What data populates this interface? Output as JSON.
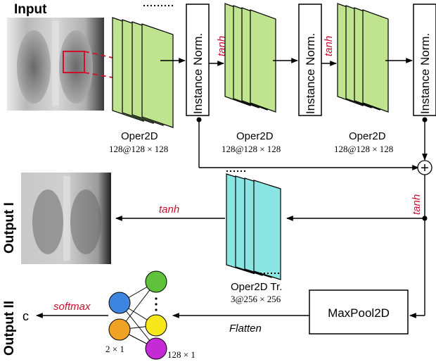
{
  "labels": {
    "input": "Input",
    "output1": "Output I",
    "output2": "Output II",
    "oper2d": "Oper2D",
    "oper2d_dims": "128@128 × 128",
    "instance_norm": "Instance Norm.",
    "tanh": "tanh",
    "oper2d_tr": "Oper2D Tr.",
    "oper2d_tr_dims": "3@256 × 256",
    "maxpool": "MaxPool2D",
    "flatten": "Flatten",
    "softmax": "softmax",
    "class_out": "c",
    "dense_small": "2 × 1",
    "dense_large": "128 × 1",
    "plus": "+"
  },
  "colors": {
    "oper2d_fill": "#bfe38f",
    "oper2d_tr_fill": "#8be6e3",
    "accent_red": "#c8102e",
    "neuron_blue": "#3d86e0",
    "neuron_orange": "#f0a224",
    "neuron_green": "#5fc23a",
    "neuron_yellow": "#f7e81a",
    "neuron_magenta": "#c42bd6"
  },
  "icons": {
    "input_image": "chest-xray-image",
    "output_image": "chest-xray-image"
  }
}
